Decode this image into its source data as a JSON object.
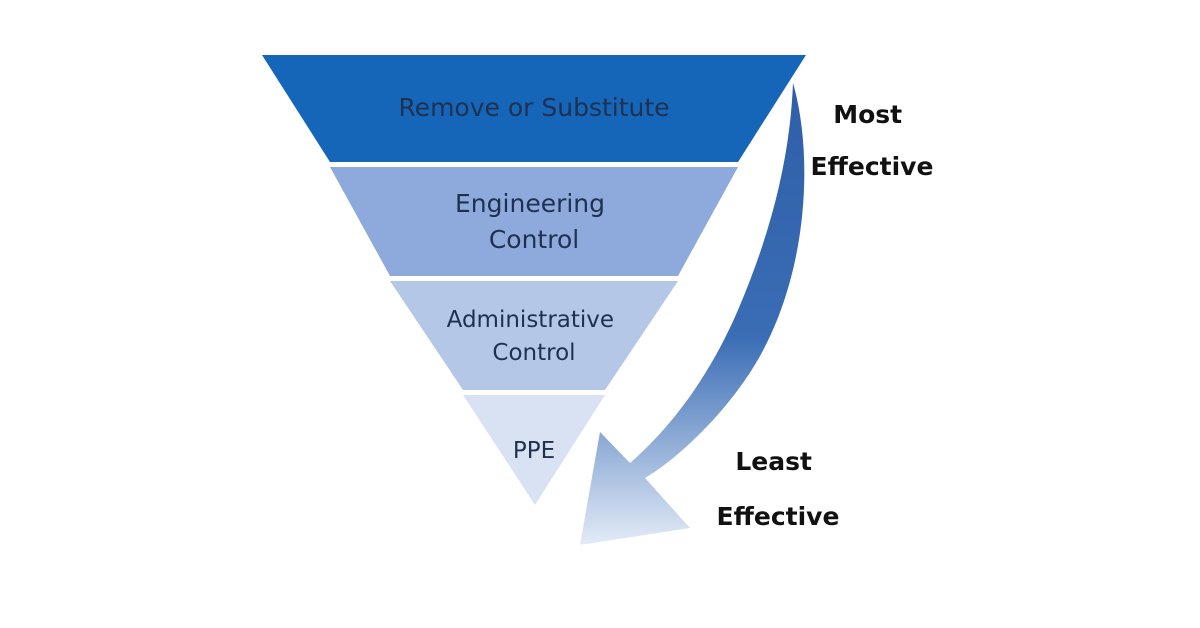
{
  "diagram": {
    "tiers": [
      {
        "lines": [
          "Remove or Substitute"
        ],
        "color": "#1565b8"
      },
      {
        "lines": [
          "Engineering",
          "Control"
        ],
        "color": "#8ea9db"
      },
      {
        "lines": [
          "Administrative",
          "Control"
        ],
        "color": "#b4c7e7"
      },
      {
        "lines": [
          "PPE"
        ],
        "color": "#d9e2f3"
      }
    ],
    "most_effective": {
      "line1": "Most",
      "line2": "Effective"
    },
    "least_effective": {
      "line1": "Least",
      "line2": "Effective"
    },
    "arrow": {
      "color_start": "#2e5fa8",
      "color_end": "#e3ebf7"
    }
  }
}
